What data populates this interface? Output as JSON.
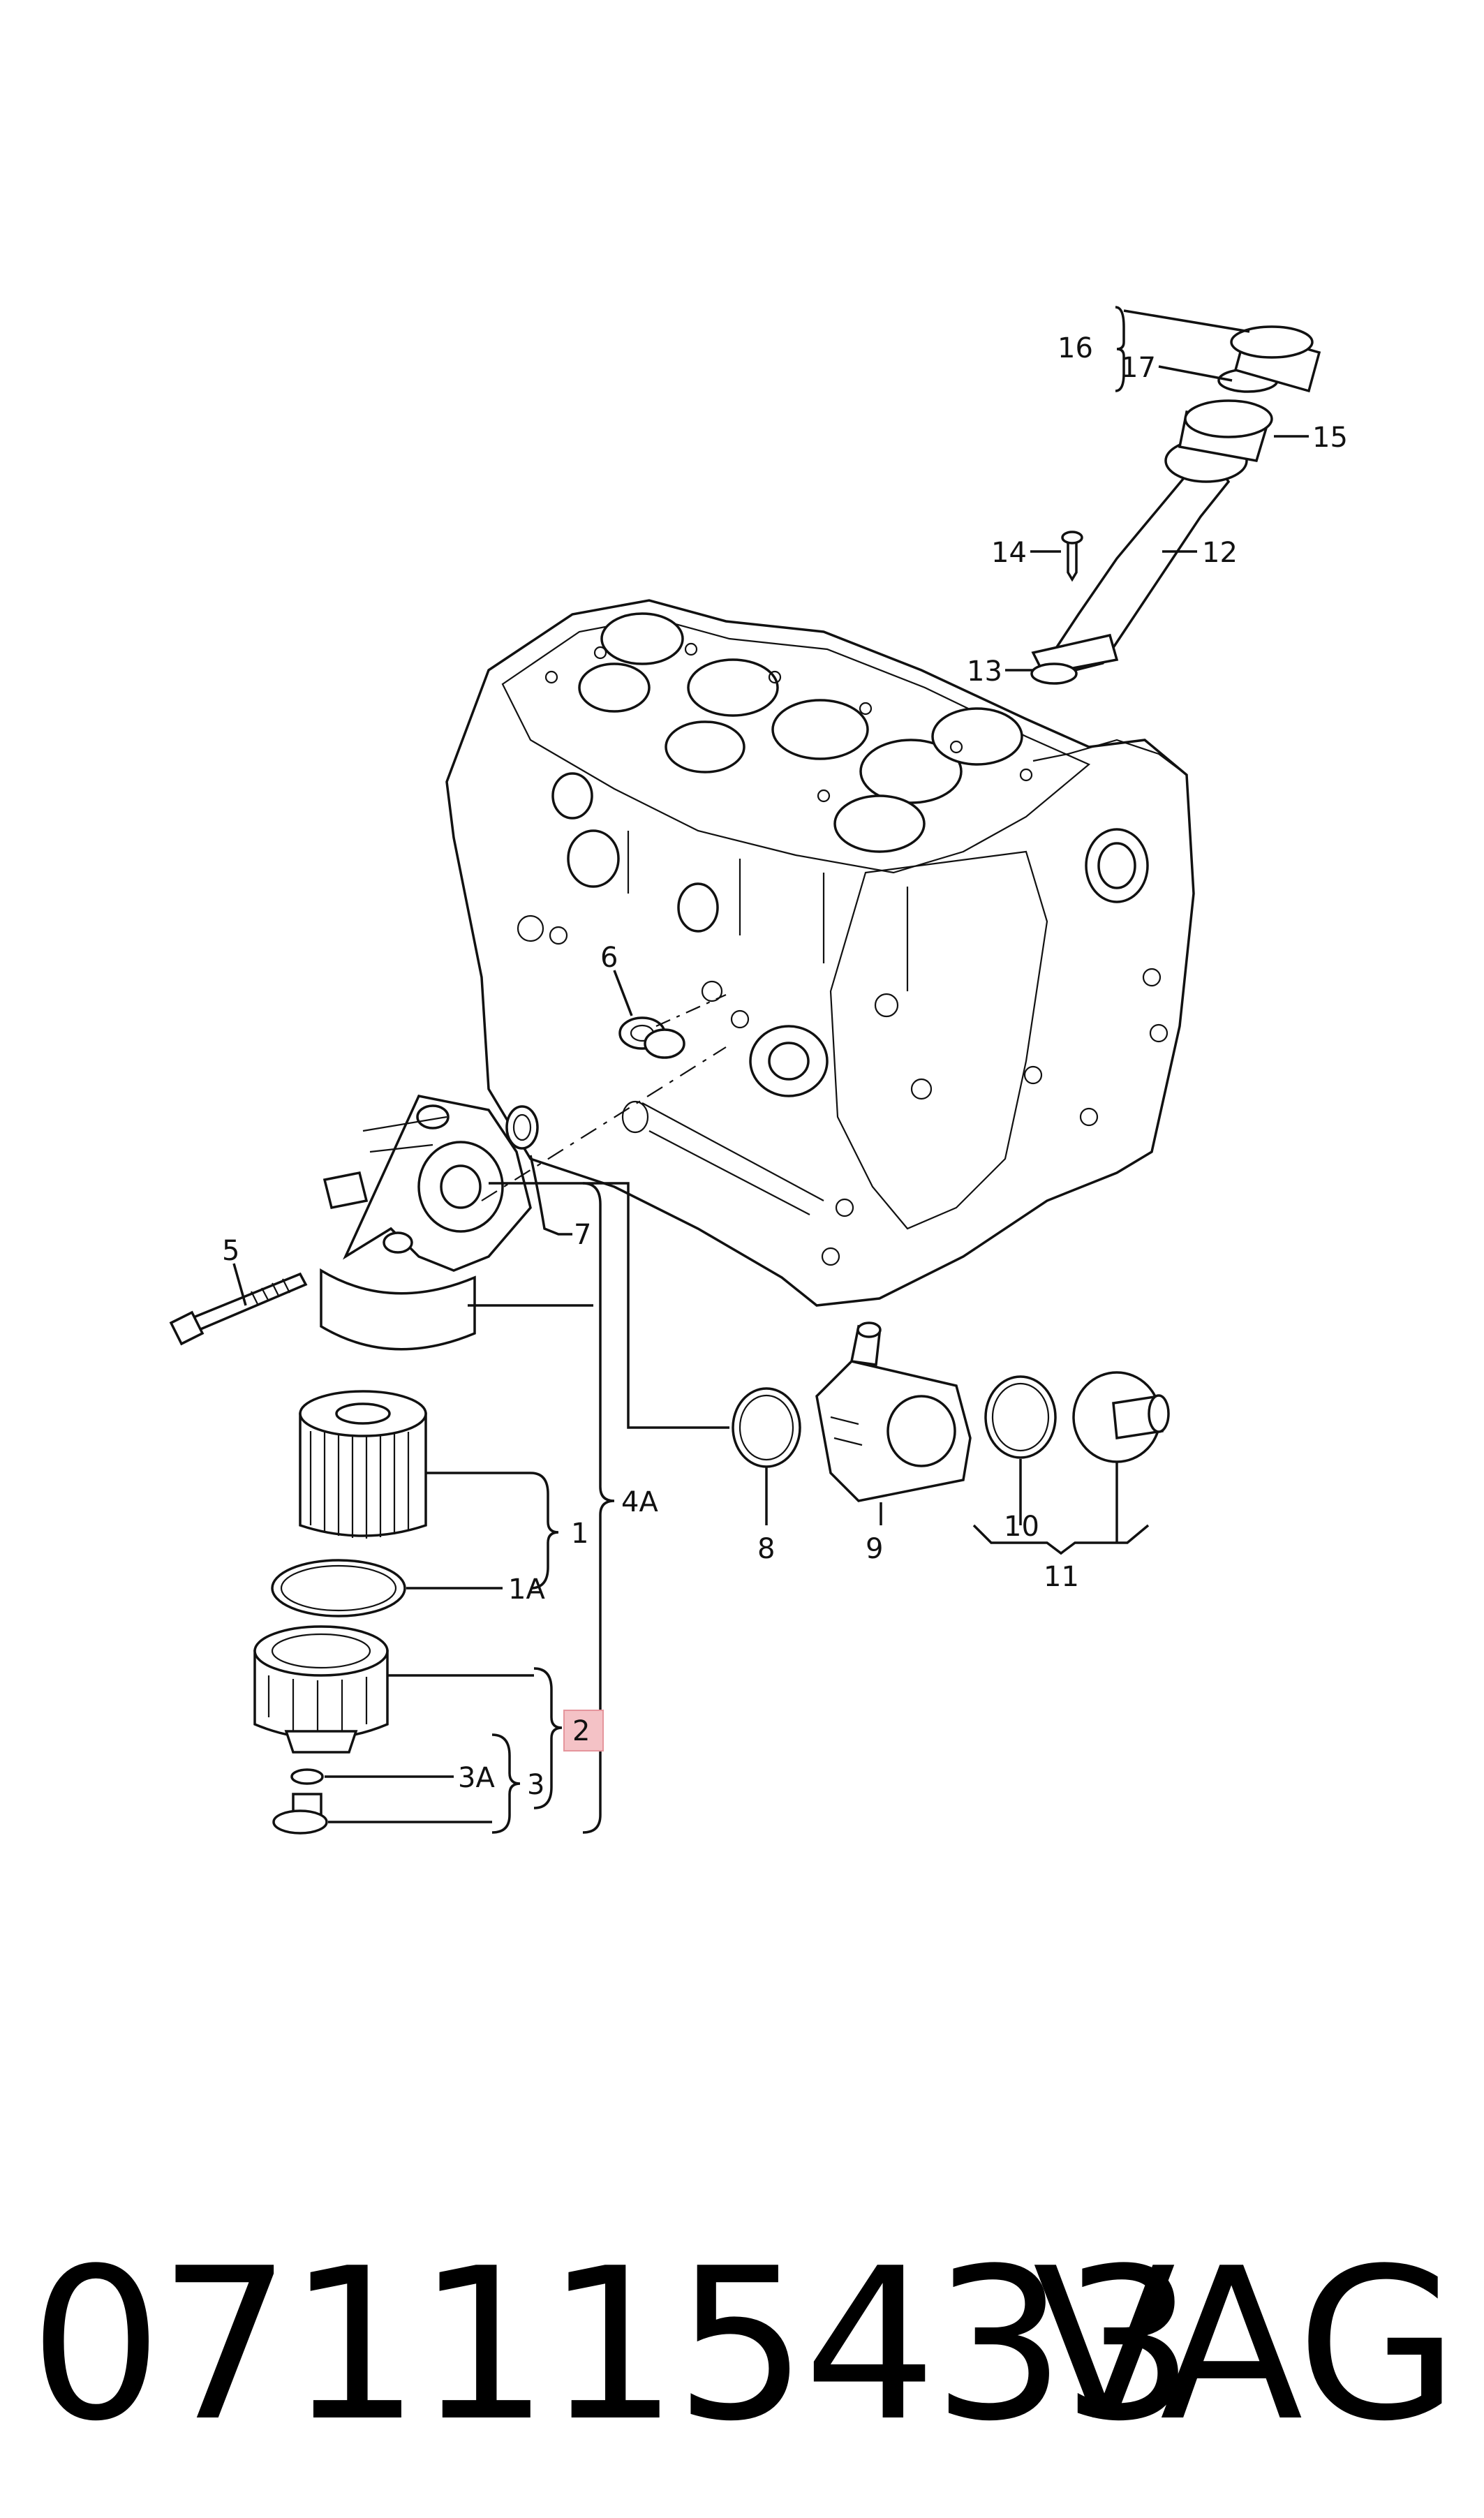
{
  "callouts": {
    "c1": "1",
    "c1A": "1A",
    "c2": "2",
    "c3": "3",
    "c3A": "3A",
    "c4A": "4A",
    "c5": "5",
    "c6": "6",
    "c7": "7",
    "c8": "8",
    "c9": "9",
    "c10": "10",
    "c11": "11",
    "c12": "12",
    "c13": "13",
    "c14": "14",
    "c15": "15",
    "c16": "16",
    "c17": "17"
  },
  "highlighted_callout": "2",
  "highlight_color": "#f4c2c6",
  "footer": {
    "part_number": "071115433",
    "brand": "VAG"
  }
}
